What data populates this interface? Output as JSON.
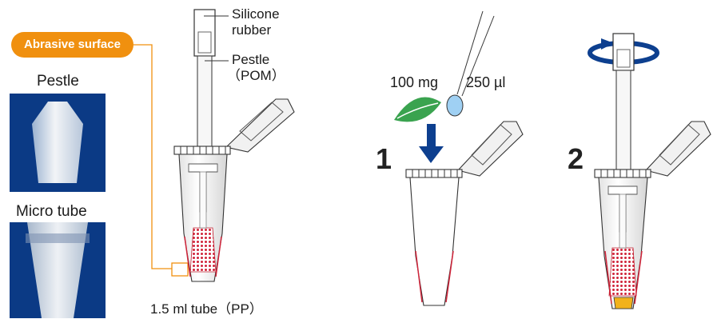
{
  "labels": {
    "abrasive_surface": "Abrasive surface",
    "pestle_photo": "Pestle",
    "micro_tube_photo": "Micro tube",
    "silicone_line1": "Silicone",
    "silicone_line2": "rubber",
    "pestle_line1": "Pestle",
    "pestle_line2": "（POM）",
    "tube": "1.5 ml tube（PP）",
    "sample_mass": "100 mg",
    "buffer_volume": "250 µl",
    "step1": "1",
    "step2": "2"
  },
  "colors": {
    "accent": "#f0900f",
    "photo_bg": "#0b3a85",
    "abrasive": "#d0243a",
    "arrow": "#0d3f8f",
    "leaf": "#3aa34f",
    "droplet": "#9fd0f3",
    "sample": "#f2b21b"
  },
  "icons": [
    "leaf-icon",
    "droplet-icon",
    "down-arrow-icon",
    "rotation-arrow-icon"
  ]
}
